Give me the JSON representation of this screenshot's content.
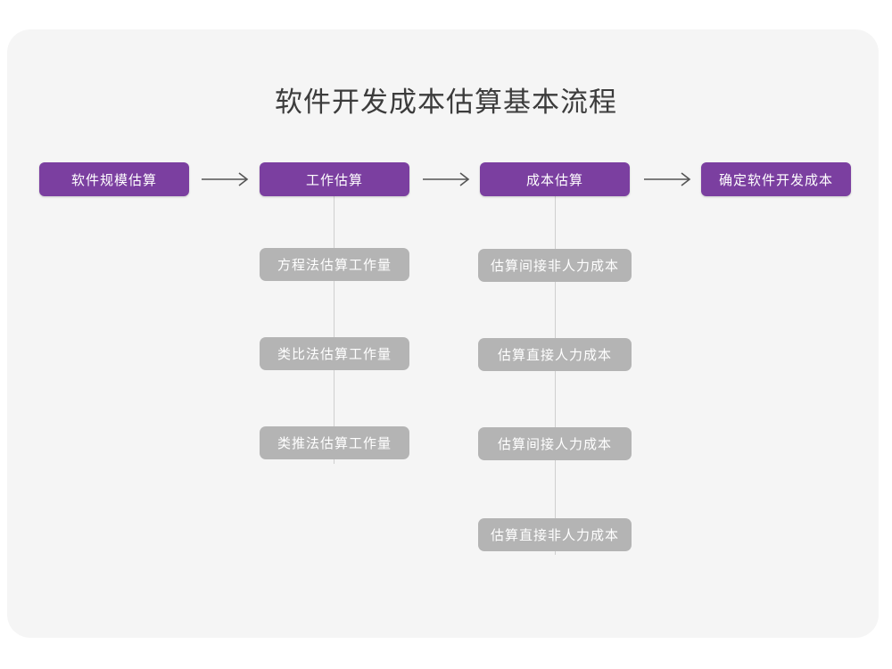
{
  "title": "软件开发成本估算基本流程",
  "theme": {
    "page_background": "#ffffff",
    "card_background": "#f5f5f5",
    "primary_node_color": "#7b3fa0",
    "secondary_node_color": "#b4b4b4",
    "node_text_color": "#ffffff",
    "title_color": "#3c3c3c",
    "connector_color": "#cfcfcf",
    "arrow_color": "#555555"
  },
  "flow": {
    "stages": [
      {
        "id": "stage-1",
        "label": "软件规模估算",
        "substeps": []
      },
      {
        "id": "stage-2",
        "label": "工作估算",
        "substeps": [
          "方程法估算工作量",
          "类比法估算工作量",
          "类推法估算工作量"
        ]
      },
      {
        "id": "stage-3",
        "label": "成本估算",
        "substeps": [
          "估算间接非人力成本",
          "估算直接人力成本",
          "估算间接人力成本",
          "估算直接非人力成本"
        ]
      },
      {
        "id": "stage-4",
        "label": "确定软件开发成本",
        "substeps": []
      }
    ],
    "connectors": [
      {
        "from": "stage-1",
        "to": "stage-2",
        "type": "arrow-right"
      },
      {
        "from": "stage-2",
        "to": "stage-3",
        "type": "arrow-right"
      },
      {
        "from": "stage-3",
        "to": "stage-4",
        "type": "arrow-right"
      }
    ]
  }
}
